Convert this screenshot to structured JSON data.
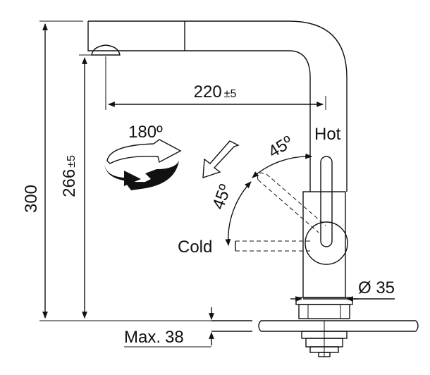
{
  "dimensions": {
    "total_height": "300",
    "spout_height": "266",
    "spout_height_tol": "±5",
    "reach": "220",
    "reach_tol": "±5",
    "rotation": "180º",
    "angle_hot": "45º",
    "angle_cold": "45º",
    "diameter": "Ø 35",
    "max_thickness_label": "Max.",
    "max_thickness_value": "38"
  },
  "labels": {
    "hot": "Hot",
    "cold": "Cold"
  },
  "icons": {
    "rotation": "rotation-arrow-icon",
    "swing": "swing-arrow-icon"
  }
}
